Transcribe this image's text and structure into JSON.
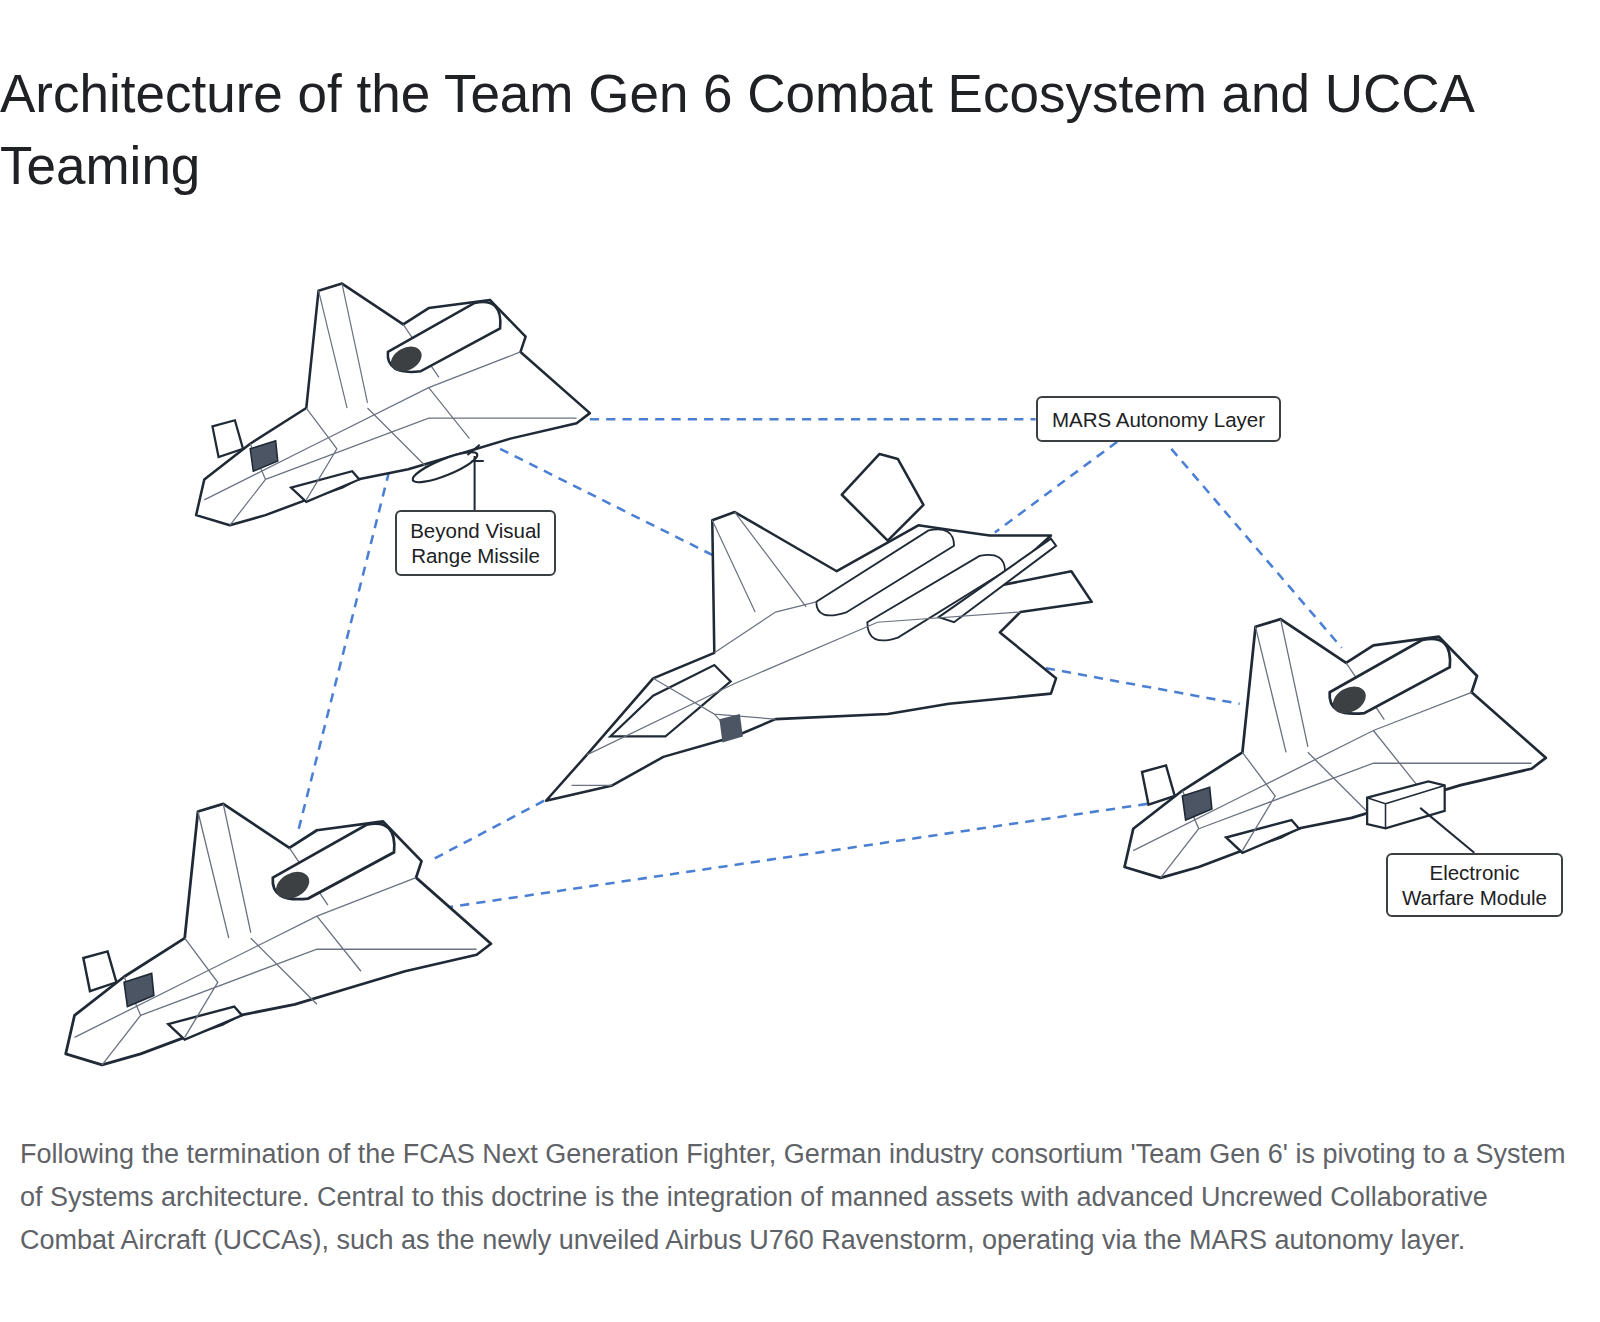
{
  "diagram": {
    "title": "Architecture of the Team Gen 6 Combat Ecosystem and UCCA Teaming",
    "caption": "Following the termination of the FCAS Next Generation Fighter, German industry consortium 'Team Gen 6' is pivoting to a System of Systems architecture. Central to this doctrine is the integration of manned assets with advanced Uncrewed Collaborative Combat Aircraft (UCCAs), such as the newly unveiled Airbus U760 Ravenstorm, operating via the MARS autonomy layer.",
    "nodes": [
      {
        "text": [
          "MARS Autonomy Layer"
        ]
      },
      {
        "text": [
          "Beyond Visual Range Missile"
        ]
      },
      {
        "text": [
          "Electronic Warfare Module"
        ]
      }
    ]
  }
}
